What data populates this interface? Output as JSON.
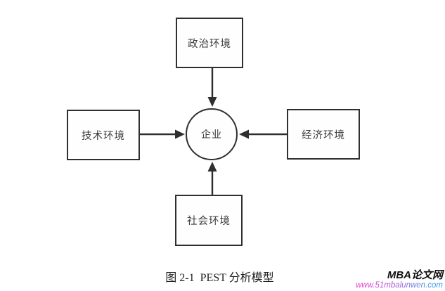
{
  "diagram": {
    "caption": "图 2-1  PEST 分析模型",
    "center": {
      "label": "企业"
    },
    "nodes": {
      "political": {
        "label": "政治环境",
        "position": "top"
      },
      "technological": {
        "label": "技术环境",
        "position": "left"
      },
      "economic": {
        "label": "经济环境",
        "position": "right"
      },
      "social": {
        "label": "社会环境",
        "position": "bottom"
      }
    },
    "edges": [
      {
        "from": "政治环境",
        "to": "企业"
      },
      {
        "from": "技术环境",
        "to": "企业"
      },
      {
        "from": "经济环境",
        "to": "企业"
      },
      {
        "from": "社会环境",
        "to": "企业"
      }
    ],
    "colors": {
      "line": "#2f2f2f",
      "background": "#ffffff",
      "label_text": "#3a3a3a",
      "caption_text": "#1f1f1f"
    }
  },
  "watermark": {
    "title": "MBA论文网",
    "url": "www.51mbalunwen.com",
    "title_color": "#111111",
    "url_gradient_start": "#ef3bc7",
    "url_gradient_end": "#2ba6e9"
  }
}
